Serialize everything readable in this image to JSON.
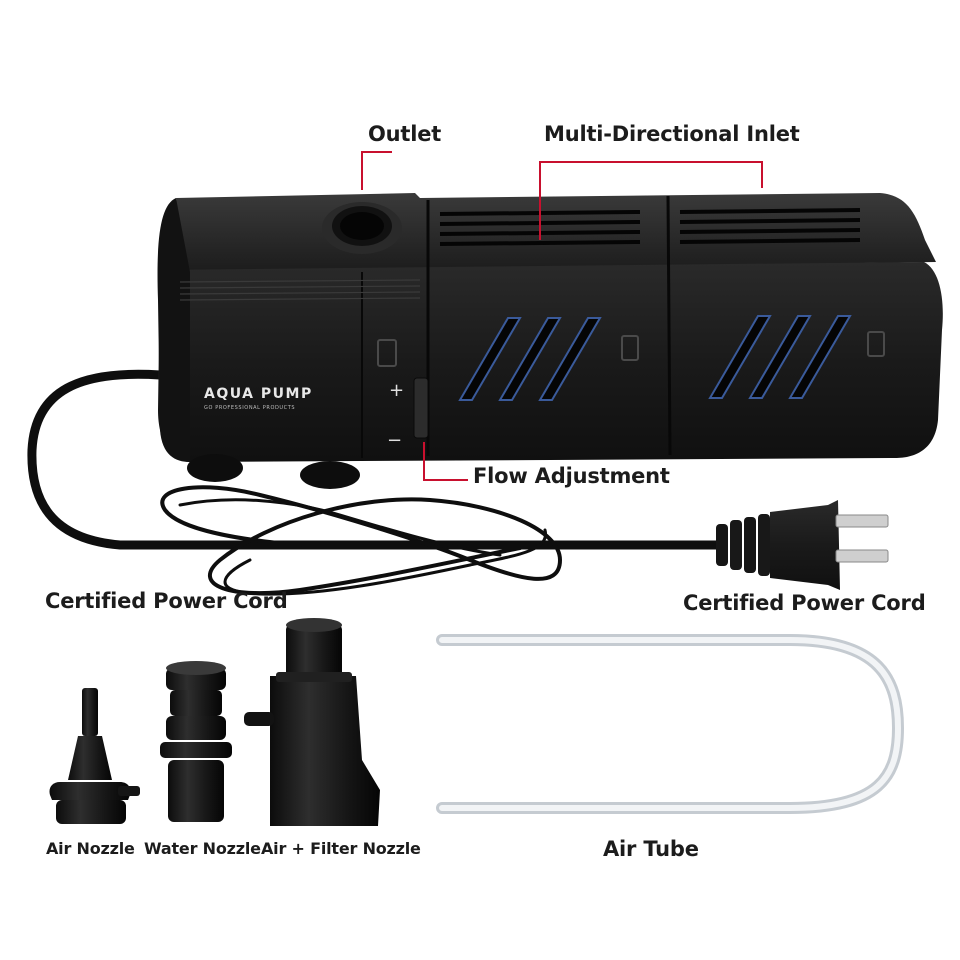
{
  "product": {
    "brand_text": "AQUA PUMP",
    "brand_subtext": "GO PROFESSIONAL PRODUCTS",
    "plus_symbol": "+",
    "minus_symbol": "−"
  },
  "callouts": {
    "outlet": "Outlet",
    "inlet": "Multi-Directional Inlet",
    "flow": "Flow Adjustment",
    "cord_left": "Certified Power Cord",
    "cord_right": "Certified Power Cord"
  },
  "accessories": {
    "air_nozzle": "Air Nozzle",
    "water_nozzle": "Water Nozzle",
    "filter_nozzle": "Air + Filter Nozzle",
    "air_tube": "Air Tube"
  },
  "colors": {
    "callout_line": "#c8102e",
    "pump_body": "#1b1b1b",
    "filter_media": "#3a5a9a",
    "tube": "#d8dde2"
  }
}
